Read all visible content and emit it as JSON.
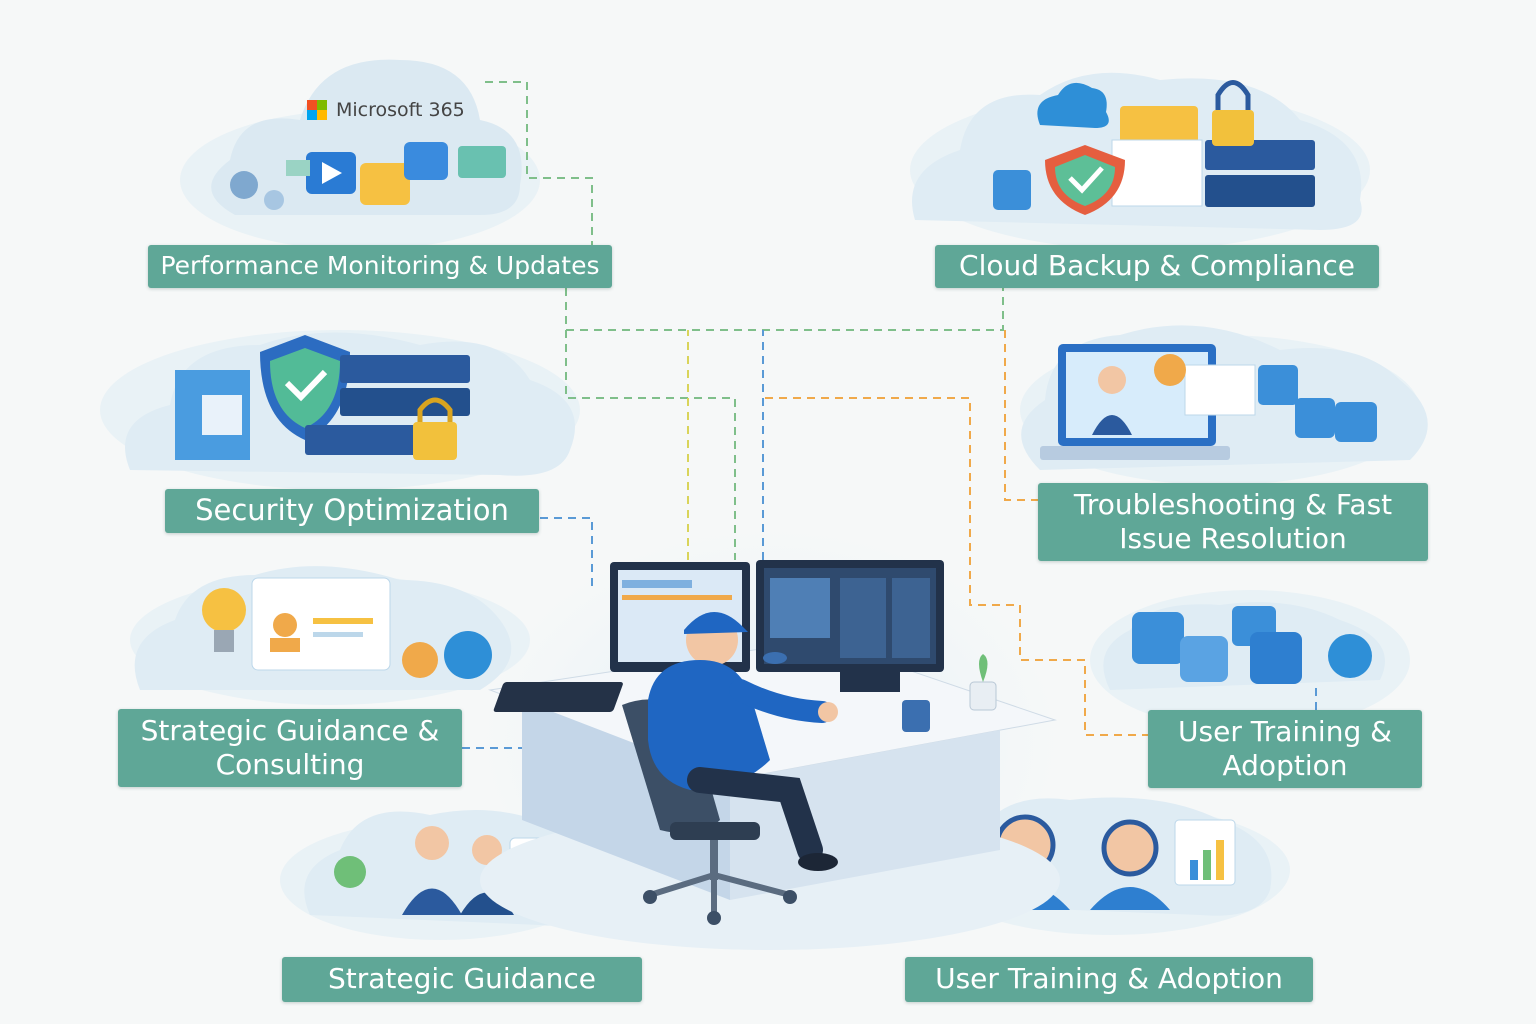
{
  "labels": {
    "performance": "Performance Monitoring & Updates",
    "cloud_backup": "Cloud Backup & Compliance",
    "security": "Security Optimization",
    "troubleshooting_line1": "Troubleshooting & Fast",
    "troubleshooting_line2": "Issue Resolution",
    "strategic_consulting_line1": "Strategic Guidance &",
    "strategic_consulting_line2": "Consulting",
    "user_training_line1": "User Training &",
    "user_training_line2": "Adoption",
    "strategic_guidance": "Strategic Guidance",
    "user_training_adoption": "User Training & Adoption"
  },
  "illustration_text": {
    "microsoft365": "Microsoft 365"
  },
  "colors": {
    "label_background": "#5fa797",
    "label_text": "#ffffff",
    "connector_green": "#7fbf8a",
    "connector_orange": "#f0a94a",
    "connector_blue": "#5a9ad6",
    "connector_yellow": "#d9d45a",
    "agent_shirt": "#1f66c2"
  },
  "icons": [
    "microsoft-logo-icon",
    "shield-check-icon",
    "padlock-icon",
    "cloud-icon",
    "server-rack-icon",
    "lightbulb-icon",
    "chat-bubble-icon",
    "headset-icon",
    "monitor-icon",
    "plant-icon"
  ]
}
